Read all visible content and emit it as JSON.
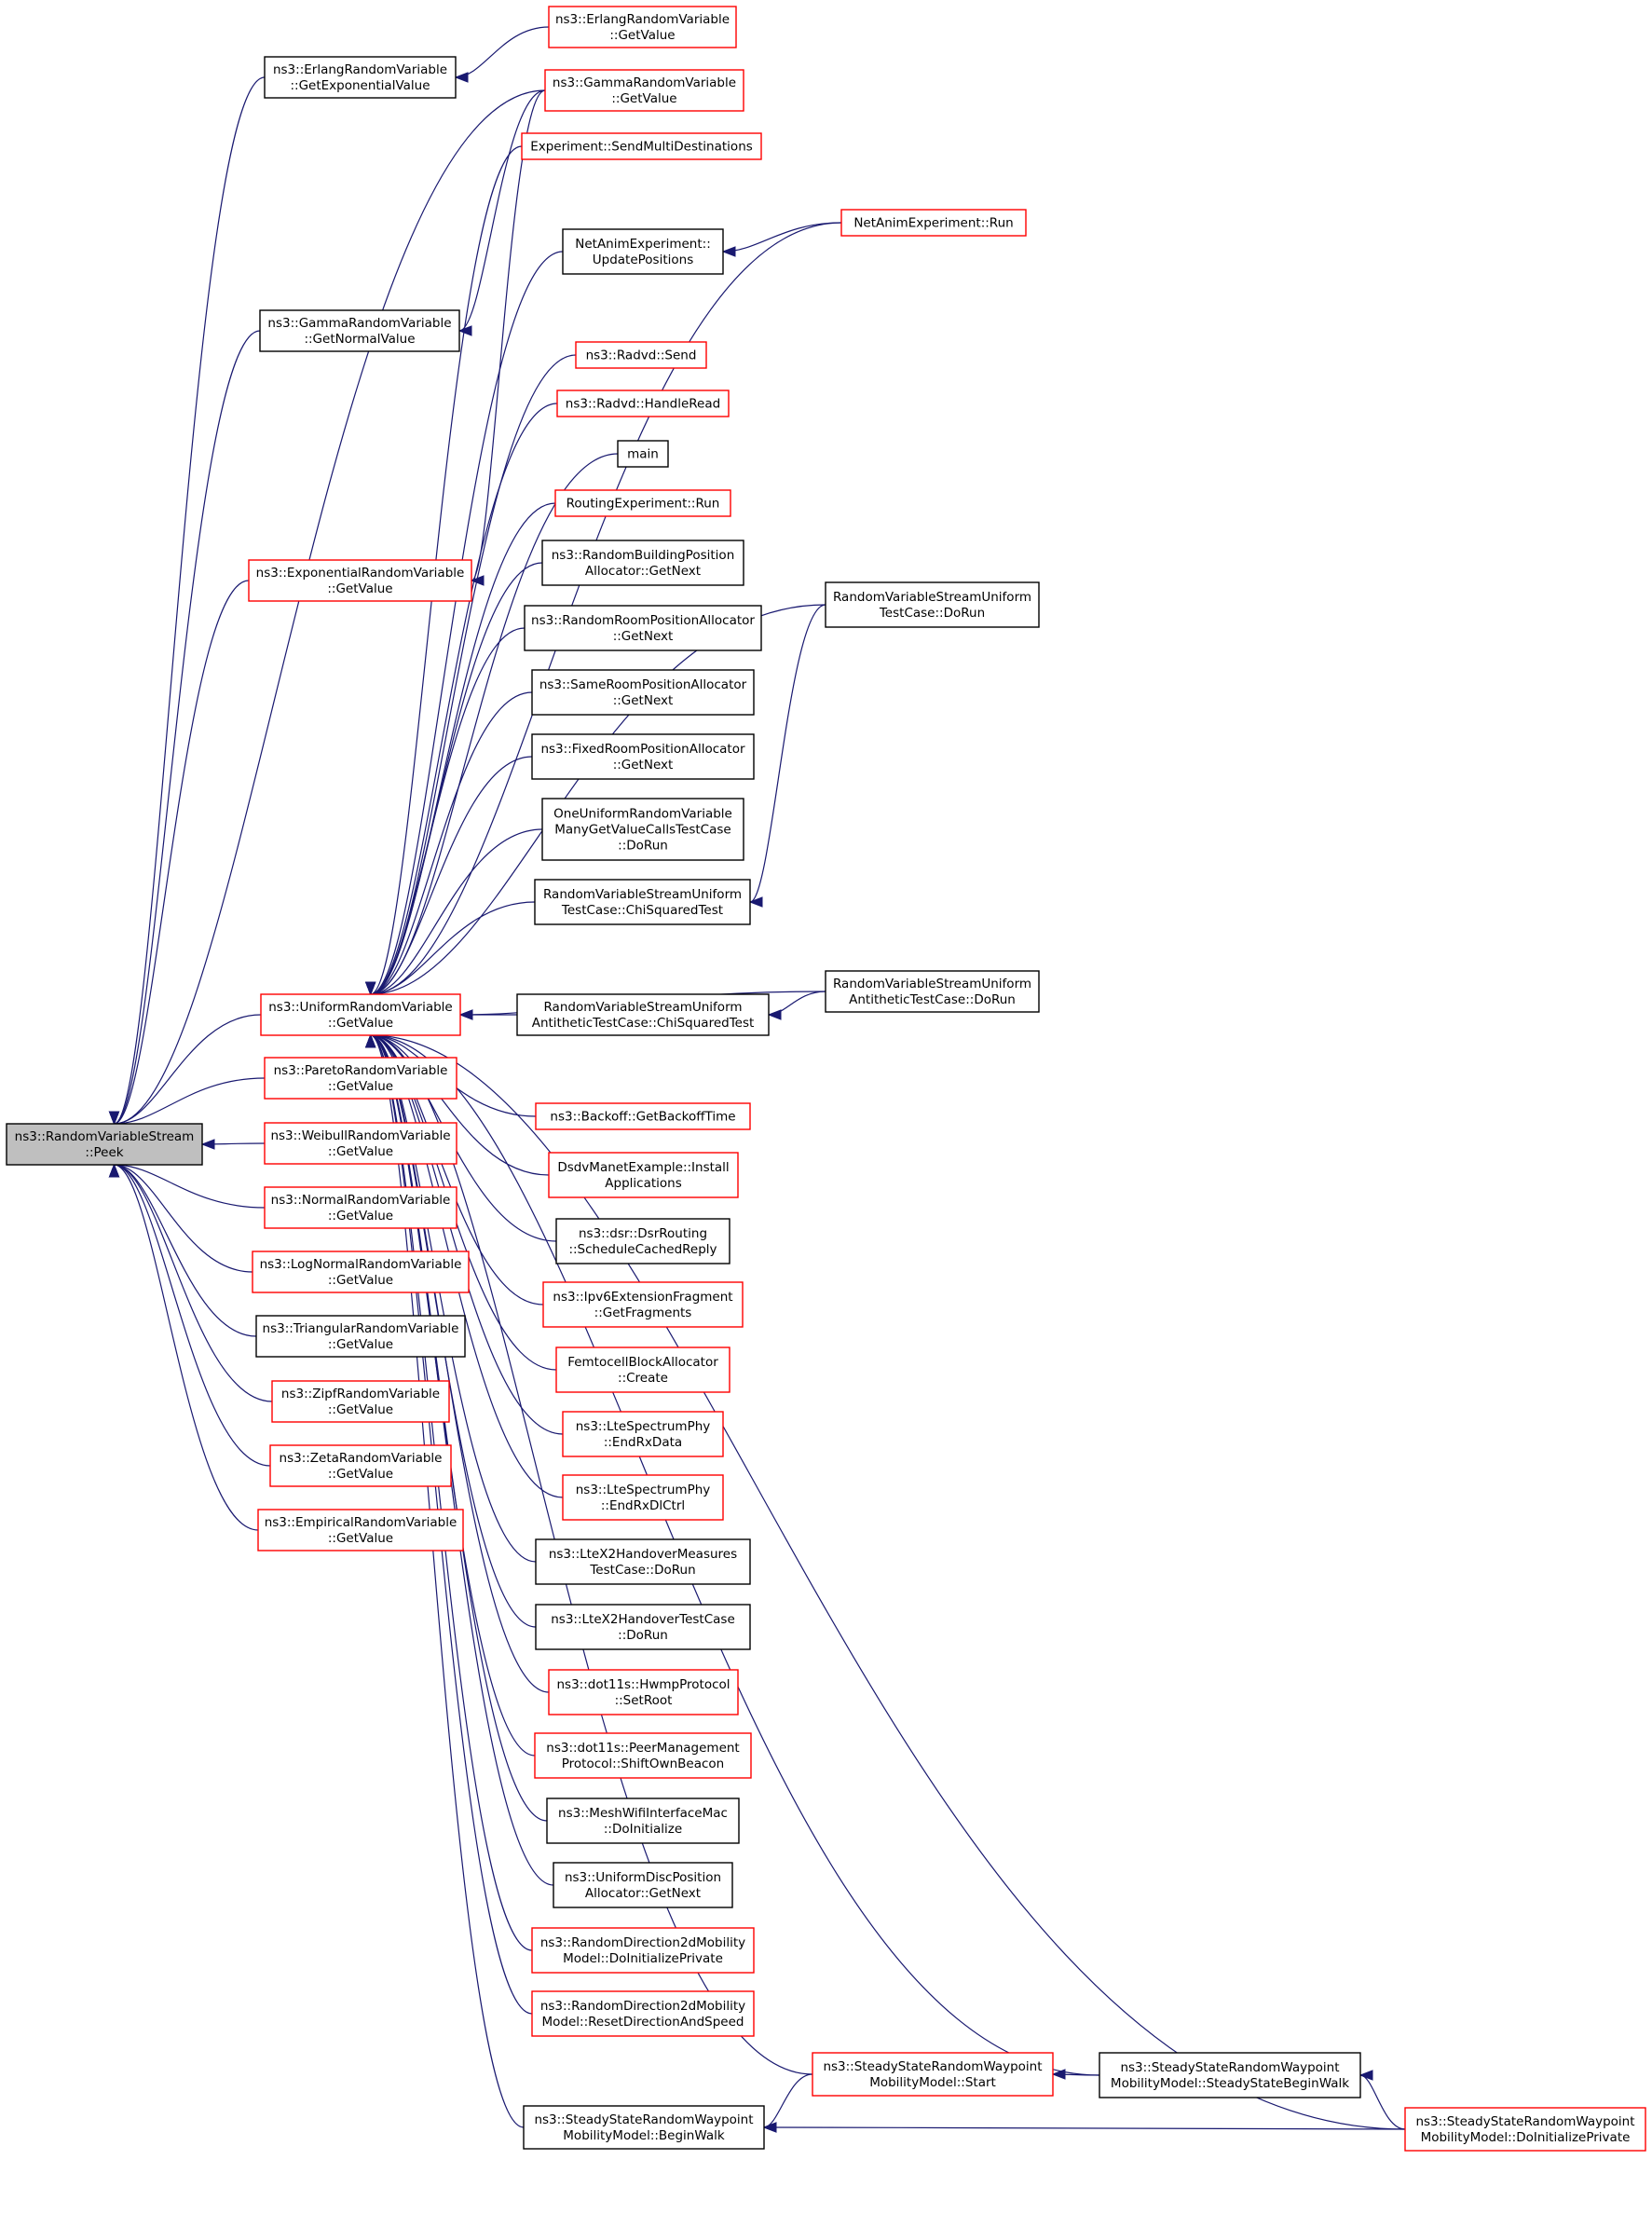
{
  "colors": {
    "edge": "#191970",
    "red_border": "#ff0000",
    "black_border": "#000000",
    "root_fill": "#bfbfbf"
  },
  "nodes": [
    {
      "id": "peek",
      "style": "root",
      "lines": [
        "ns3::RandomVariableStream",
        "::Peek"
      ]
    },
    {
      "id": "erlang_getvalue",
      "style": "red",
      "lines": [
        "ns3::ErlangRandomVariable",
        "::GetValue"
      ]
    },
    {
      "id": "erlang_getexp",
      "style": "black",
      "lines": [
        "ns3::ErlangRandomVariable",
        "::GetExponentialValue"
      ]
    },
    {
      "id": "gamma_getvalue",
      "style": "red",
      "lines": [
        "ns3::GammaRandomVariable",
        "::GetValue"
      ]
    },
    {
      "id": "exp_sendmulti",
      "style": "red",
      "lines": [
        "Experiment::SendMultiDestinations"
      ]
    },
    {
      "id": "netanim_run",
      "style": "red",
      "lines": [
        "NetAnimExperiment::Run"
      ]
    },
    {
      "id": "netanim_update",
      "style": "black",
      "lines": [
        "NetAnimExperiment::",
        "UpdatePositions"
      ]
    },
    {
      "id": "gamma_normal",
      "style": "black",
      "lines": [
        "ns3::GammaRandomVariable",
        "::GetNormalValue"
      ]
    },
    {
      "id": "radvd_send",
      "style": "red",
      "lines": [
        "ns3::Radvd::Send"
      ]
    },
    {
      "id": "radvd_read",
      "style": "red",
      "lines": [
        "ns3::Radvd::HandleRead"
      ]
    },
    {
      "id": "main",
      "style": "black",
      "lines": [
        "main"
      ]
    },
    {
      "id": "routing_run",
      "style": "red",
      "lines": [
        "RoutingExperiment::Run"
      ]
    },
    {
      "id": "exp_getvalue",
      "style": "red",
      "lines": [
        "ns3::ExponentialRandomVariable",
        "::GetValue"
      ]
    },
    {
      "id": "rand_building",
      "style": "black",
      "lines": [
        "ns3::RandomBuildingPosition",
        "Allocator::GetNext"
      ]
    },
    {
      "id": "rvs_uniform_dorun",
      "style": "black",
      "lines": [
        "RandomVariableStreamUniform",
        "TestCase::DoRun"
      ]
    },
    {
      "id": "rand_room",
      "style": "black",
      "lines": [
        "ns3::RandomRoomPositionAllocator",
        "::GetNext"
      ]
    },
    {
      "id": "same_room",
      "style": "black",
      "lines": [
        "ns3::SameRoomPositionAllocator",
        "::GetNext"
      ]
    },
    {
      "id": "fixed_room",
      "style": "black",
      "lines": [
        "ns3::FixedRoomPositionAllocator",
        "::GetNext"
      ]
    },
    {
      "id": "one_uniform",
      "style": "black",
      "lines": [
        "OneUniformRandomVariable",
        "ManyGetValueCallsTestCase",
        "::DoRun"
      ]
    },
    {
      "id": "rvs_uniform_chi",
      "style": "black",
      "lines": [
        "RandomVariableStreamUniform",
        "TestCase::ChiSquaredTest"
      ]
    },
    {
      "id": "uniform_getvalue",
      "style": "red",
      "lines": [
        "ns3::UniformRandomVariable",
        "::GetValue"
      ]
    },
    {
      "id": "anti_chi",
      "style": "black",
      "lines": [
        "RandomVariableStreamUniform",
        "AntitheticTestCase::ChiSquaredTest"
      ]
    },
    {
      "id": "anti_dorun",
      "style": "black",
      "lines": [
        "RandomVariableStreamUniform",
        "AntitheticTestCase::DoRun"
      ]
    },
    {
      "id": "pareto",
      "style": "red",
      "lines": [
        "ns3::ParetoRandomVariable",
        "::GetValue"
      ]
    },
    {
      "id": "backoff",
      "style": "red",
      "lines": [
        "ns3::Backoff::GetBackoffTime"
      ]
    },
    {
      "id": "weibull",
      "style": "red",
      "lines": [
        "ns3::WeibullRandomVariable",
        "::GetValue"
      ]
    },
    {
      "id": "dsdv",
      "style": "red",
      "lines": [
        "DsdvManetExample::Install",
        "Applications"
      ]
    },
    {
      "id": "normal",
      "style": "red",
      "lines": [
        "ns3::NormalRandomVariable",
        "::GetValue"
      ]
    },
    {
      "id": "dsr",
      "style": "black",
      "lines": [
        "ns3::dsr::DsrRouting",
        "::ScheduleCachedReply"
      ]
    },
    {
      "id": "lognormal",
      "style": "red",
      "lines": [
        "ns3::LogNormalRandomVariable",
        "::GetValue"
      ]
    },
    {
      "id": "ipv6frag",
      "style": "red",
      "lines": [
        "ns3::Ipv6ExtensionFragment",
        "::GetFragments"
      ]
    },
    {
      "id": "triangular",
      "style": "black",
      "lines": [
        "ns3::TriangularRandomVariable",
        "::GetValue"
      ]
    },
    {
      "id": "femtocell",
      "style": "red",
      "lines": [
        "FemtocellBlockAllocator",
        "::Create"
      ]
    },
    {
      "id": "zipf",
      "style": "red",
      "lines": [
        "ns3::ZipfRandomVariable",
        "::GetValue"
      ]
    },
    {
      "id": "lte_rxdata",
      "style": "red",
      "lines": [
        "ns3::LteSpectrumPhy",
        "::EndRxData"
      ]
    },
    {
      "id": "zeta",
      "style": "red",
      "lines": [
        "ns3::ZetaRandomVariable",
        "::GetValue"
      ]
    },
    {
      "id": "empirical",
      "style": "red",
      "lines": [
        "ns3::EmpiricalRandomVariable",
        "::GetValue"
      ]
    },
    {
      "id": "lte_rxdl",
      "style": "red",
      "lines": [
        "ns3::LteSpectrumPhy",
        "::EndRxDlCtrl"
      ]
    },
    {
      "id": "ltex2_measures",
      "style": "black",
      "lines": [
        "ns3::LteX2HandoverMeasures",
        "TestCase::DoRun"
      ]
    },
    {
      "id": "ltex2_test",
      "style": "black",
      "lines": [
        "ns3::LteX2HandoverTestCase",
        "::DoRun"
      ]
    },
    {
      "id": "hwmp",
      "style": "red",
      "lines": [
        "ns3::dot11s::HwmpProtocol",
        "::SetRoot"
      ]
    },
    {
      "id": "peermgmt",
      "style": "red",
      "lines": [
        "ns3::dot11s::PeerManagement",
        "Protocol::ShiftOwnBeacon"
      ]
    },
    {
      "id": "meshwifi",
      "style": "black",
      "lines": [
        "ns3::MeshWifiInterfaceMac",
        "::DoInitialize"
      ]
    },
    {
      "id": "uniformdisc",
      "style": "black",
      "lines": [
        "ns3::UniformDiscPosition",
        "Allocator::GetNext"
      ]
    },
    {
      "id": "rd2d_init",
      "style": "red",
      "lines": [
        "ns3::RandomDirection2dMobility",
        "Model::DoInitializePrivate"
      ]
    },
    {
      "id": "rd2d_reset",
      "style": "red",
      "lines": [
        "ns3::RandomDirection2dMobility",
        "Model::ResetDirectionAndSpeed"
      ]
    },
    {
      "id": "ssrw_start",
      "style": "red",
      "lines": [
        "ns3::SteadyStateRandomWaypoint",
        "MobilityModel::Start"
      ]
    },
    {
      "id": "ssrw_steady",
      "style": "black",
      "lines": [
        "ns3::SteadyStateRandomWaypoint",
        "MobilityModel::SteadyStateBeginWalk"
      ]
    },
    {
      "id": "ssrw_begin",
      "style": "black",
      "lines": [
        "ns3::SteadyStateRandomWaypoint",
        "MobilityModel::BeginWalk"
      ]
    },
    {
      "id": "ssrw_init",
      "style": "red",
      "lines": [
        "ns3::SteadyStateRandomWaypoint",
        "MobilityModel::DoInitializePrivate"
      ]
    }
  ],
  "edges": [
    [
      "erlang_getexp",
      "peek"
    ],
    [
      "gamma_getvalue",
      "peek"
    ],
    [
      "gamma_normal",
      "peek"
    ],
    [
      "exp_getvalue",
      "peek"
    ],
    [
      "uniform_getvalue",
      "peek"
    ],
    [
      "pareto",
      "peek"
    ],
    [
      "weibull",
      "peek"
    ],
    [
      "normal",
      "peek"
    ],
    [
      "lognormal",
      "peek"
    ],
    [
      "triangular",
      "peek"
    ],
    [
      "zipf",
      "peek"
    ],
    [
      "zeta",
      "peek"
    ],
    [
      "empirical",
      "peek"
    ],
    [
      "erlang_getvalue",
      "erlang_getexp"
    ],
    [
      "gamma_getvalue",
      "gamma_normal"
    ],
    [
      "gamma_getvalue",
      "exp_getvalue"
    ],
    [
      "netanim_run",
      "netanim_update"
    ],
    [
      "rvs_uniform_dorun",
      "rvs_uniform_chi"
    ],
    [
      "anti_dorun",
      "anti_chi"
    ],
    [
      "ssrw_steady",
      "ssrw_start"
    ],
    [
      "ssrw_start",
      "ssrw_begin"
    ],
    [
      "ssrw_init",
      "ssrw_begin"
    ],
    [
      "ssrw_init",
      "ssrw_steady"
    ],
    [
      "exp_sendmulti",
      "uniform_getvalue"
    ],
    [
      "netanim_run",
      "uniform_getvalue"
    ],
    [
      "netanim_update",
      "uniform_getvalue"
    ],
    [
      "rvs_uniform_dorun",
      "uniform_getvalue"
    ],
    [
      "radvd_send",
      "uniform_getvalue"
    ],
    [
      "radvd_read",
      "uniform_getvalue"
    ],
    [
      "main",
      "uniform_getvalue"
    ],
    [
      "routing_run",
      "uniform_getvalue"
    ],
    [
      "rand_building",
      "uniform_getvalue"
    ],
    [
      "rand_room",
      "uniform_getvalue"
    ],
    [
      "same_room",
      "uniform_getvalue"
    ],
    [
      "fixed_room",
      "uniform_getvalue"
    ],
    [
      "one_uniform",
      "uniform_getvalue"
    ],
    [
      "rvs_uniform_chi",
      "uniform_getvalue"
    ],
    [
      "anti_dorun",
      "uniform_getvalue"
    ],
    [
      "anti_chi",
      "uniform_getvalue"
    ],
    [
      "ssrw_steady",
      "uniform_getvalue"
    ],
    [
      "backoff",
      "uniform_getvalue"
    ],
    [
      "dsdv",
      "uniform_getvalue"
    ],
    [
      "dsr",
      "uniform_getvalue"
    ],
    [
      "ipv6frag",
      "uniform_getvalue"
    ],
    [
      "femtocell",
      "uniform_getvalue"
    ],
    [
      "lte_rxdata",
      "uniform_getvalue"
    ],
    [
      "lte_rxdl",
      "uniform_getvalue"
    ],
    [
      "ltex2_measures",
      "uniform_getvalue"
    ],
    [
      "ltex2_test",
      "uniform_getvalue"
    ],
    [
      "hwmp",
      "uniform_getvalue"
    ],
    [
      "peermgmt",
      "uniform_getvalue"
    ],
    [
      "meshwifi",
      "uniform_getvalue"
    ],
    [
      "uniformdisc",
      "uniform_getvalue"
    ],
    [
      "rd2d_init",
      "uniform_getvalue"
    ],
    [
      "rd2d_reset",
      "uniform_getvalue"
    ],
    [
      "ssrw_start",
      "uniform_getvalue"
    ],
    [
      "ssrw_begin",
      "uniform_getvalue"
    ],
    [
      "ssrw_init",
      "uniform_getvalue"
    ]
  ]
}
